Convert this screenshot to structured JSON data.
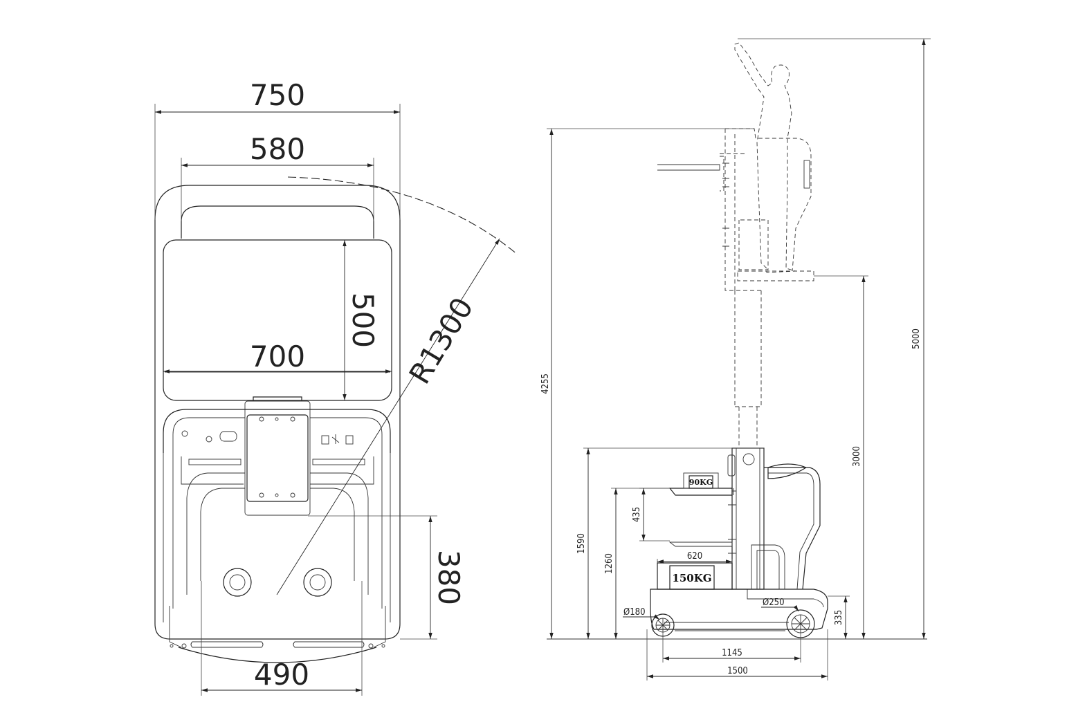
{
  "top_view": {
    "dim_width_overall": "750",
    "dim_width_inner": "580",
    "dim_platform_depth": "500",
    "dim_platform_width": "700",
    "dim_radius": "R1300",
    "dim_base_depth": "380",
    "dim_wheel_track": "490"
  },
  "side_view": {
    "dim_max_reach": "5000",
    "dim_lift_height": "4255",
    "dim_platform_height": "3000",
    "dim_mast_height": "1590",
    "dim_tray_height": "1260",
    "dim_tray_gap": "435",
    "dim_tray_width": "620",
    "dim_base_height": "335",
    "dim_wheelbase": "1145",
    "dim_length": "1500",
    "dim_small_wheel": "Ø180",
    "dim_large_wheel": "Ø250",
    "load_upper": "90KG",
    "load_lower": "150KG"
  }
}
